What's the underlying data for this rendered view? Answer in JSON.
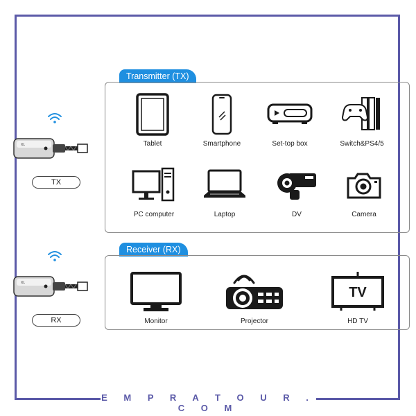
{
  "brand": "E M P R A T O U R . C O M",
  "transmitter": {
    "title": "Transmitter (TX)",
    "dongle_label": "TX",
    "devices": [
      {
        "label": "Tablet",
        "icon": "tablet-icon"
      },
      {
        "label": "Smartphone",
        "icon": "smartphone-icon"
      },
      {
        "label": "Set-top box",
        "icon": "set-top-box-icon"
      },
      {
        "label": "Switch&PS4/5",
        "icon": "game-console-icon"
      },
      {
        "label": "PC computer",
        "icon": "pc-computer-icon"
      },
      {
        "label": "Laptop",
        "icon": "laptop-icon"
      },
      {
        "label": "DV",
        "icon": "camcorder-icon"
      },
      {
        "label": "Camera",
        "icon": "camera-icon"
      }
    ]
  },
  "receiver": {
    "title": "Receiver (RX)",
    "dongle_label": "RX",
    "devices": [
      {
        "label": "Monitor",
        "icon": "monitor-icon"
      },
      {
        "label": "Projector",
        "icon": "projector-icon"
      },
      {
        "label": "HD TV",
        "icon": "hd-tv-icon"
      }
    ],
    "tv_text": "TV"
  },
  "colors": {
    "accent": "#1f8fe0",
    "frame": "#5b5aa8",
    "icon": "#1a1a1a"
  }
}
